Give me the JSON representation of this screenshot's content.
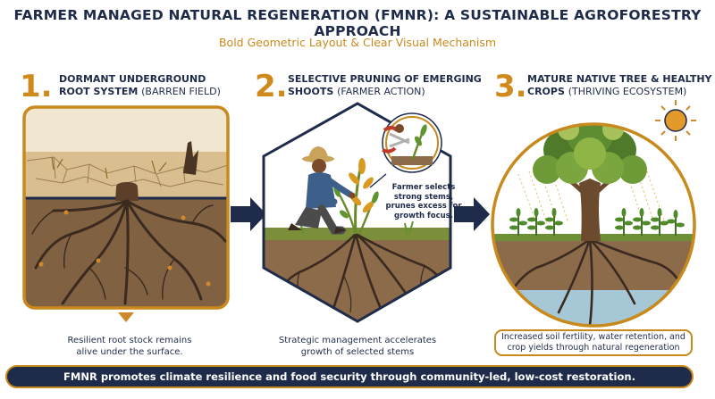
{
  "header": {
    "title": "FARMER MANAGED NATURAL REGENERATION (FMNR): A SUSTAINABLE AGROFORESTRY APPROACH",
    "subtitle": "Bold Geometric Layout & Clear Visual Mechanism"
  },
  "steps": [
    {
      "number": "1.",
      "title_line1": "DORMANT UNDERGROUND",
      "title_line2": "ROOT SYSTEM",
      "title_sub": "(BARREN FIELD)",
      "caption_line1": "Resilient root stock remains",
      "caption_line2": "alive under the surface."
    },
    {
      "number": "2.",
      "title_line1": "SELECTIVE PRUNING OF EMERGING",
      "title_line2": "SHOOTS",
      "title_sub": "(FARMER ACTION)",
      "callout": "Farmer selects strong stems, prunes excess for growth focus.",
      "caption_line1": "Strategic management accelerates",
      "caption_line2": "growth of selected stems"
    },
    {
      "number": "3.",
      "title_line1": "MATURE NATIVE TREE & HEALTHY",
      "title_line2": "CROPS",
      "title_sub": "(THRIVING ECOSYSTEM)",
      "caption_line1": "Increased soil fertility, water retention, and",
      "caption_line2": "crop yields through natural regeneration"
    }
  ],
  "banner": "FMNR promotes climate resilience and food security through community-led, low-cost restoration.",
  "colors": {
    "navy": "#1f2b4a",
    "gold": "#c8891d",
    "soil": "#7a5a3c",
    "leaf": "#4f8a2b"
  }
}
